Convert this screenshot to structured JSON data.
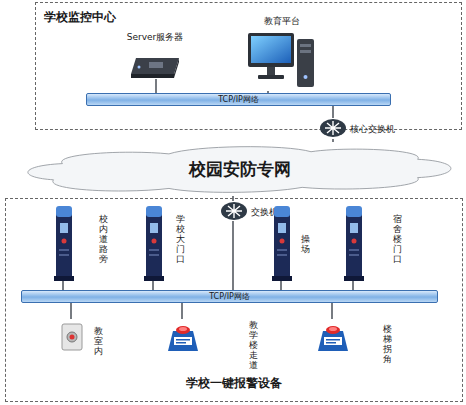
{
  "diagram": {
    "nodes": [
      {
        "text": [
          "学校监控中心"
        ]
      },
      {
        "text": [
          "Server服务器"
        ],
        "in": 0
      },
      {
        "text": [
          "教育平台"
        ],
        "in": 0
      },
      {
        "text": [
          "TCP/IP网络"
        ],
        "in": 0
      },
      {
        "text": [
          "核心交换机"
        ]
      },
      {
        "text": [
          "校园安防专网"
        ]
      },
      {
        "text": [
          "学校一键报警设备"
        ]
      },
      {
        "text": [
          "交换机"
        ],
        "in": 6
      },
      {
        "text": [
          "校内道路旁"
        ],
        "in": 6
      },
      {
        "text": [
          "学校大门口"
        ],
        "in": 6
      },
      {
        "text": [
          "操场"
        ],
        "in": 6
      },
      {
        "text": [
          "宿舍楼门口"
        ],
        "in": 6
      },
      {
        "text": [
          "TCP/IP网络"
        ],
        "in": 6
      },
      {
        "text": [
          "教室内"
        ],
        "in": 6
      },
      {
        "text": [
          "教学楼走道"
        ],
        "in": 6
      },
      {
        "text": [
          "楼梯拐角"
        ],
        "in": 6
      }
    ],
    "edges": [
      {
        "from": 1,
        "to": 3,
        "arrow": "none"
      },
      {
        "from": 2,
        "to": 3,
        "arrow": "none"
      },
      {
        "from": 3,
        "to": 4,
        "arrow": "none"
      },
      {
        "from": 4,
        "to": 5,
        "arrow": "none"
      },
      {
        "from": 5,
        "to": 7,
        "arrow": "none"
      },
      {
        "from": 7,
        "to": 12,
        "arrow": "none"
      },
      {
        "from": 8,
        "to": 12,
        "arrow": "none"
      },
      {
        "from": 9,
        "to": 12,
        "arrow": "none"
      },
      {
        "from": 10,
        "to": 12,
        "arrow": "none"
      },
      {
        "from": 11,
        "to": 12,
        "arrow": "none"
      },
      {
        "from": 12,
        "to": 13,
        "arrow": "none"
      },
      {
        "from": 12,
        "to": 14,
        "arrow": "none"
      },
      {
        "from": 12,
        "to": 15,
        "arrow": "none"
      }
    ]
  }
}
